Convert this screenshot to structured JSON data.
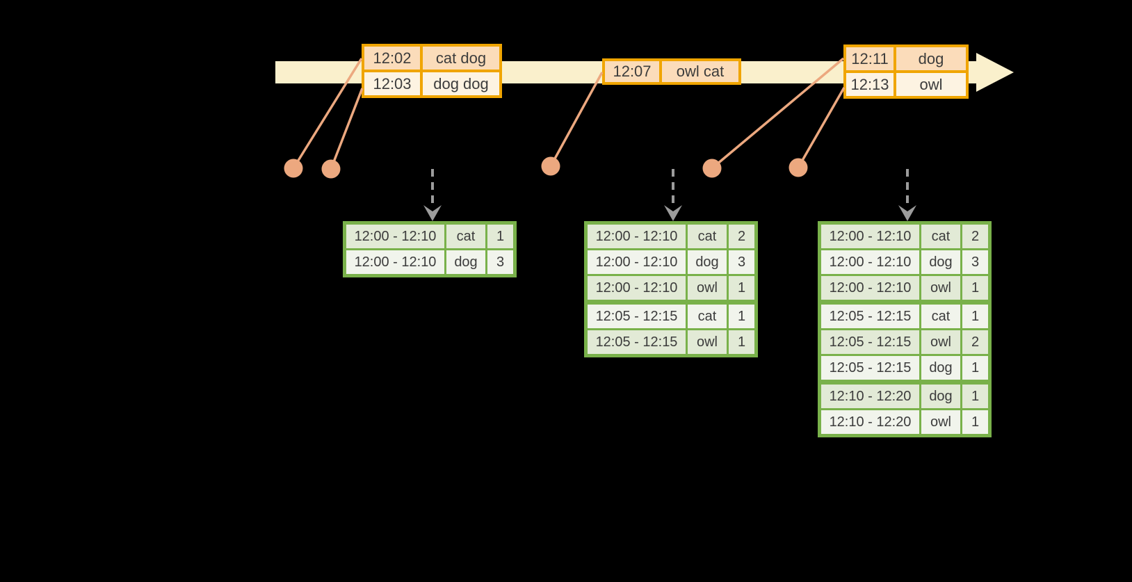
{
  "palette": {
    "background": "#000000",
    "timeline_fill": "#faf0cc",
    "event_border": "#f0a500",
    "event_row_dark": "#fbdcba",
    "event_row_light": "#fdf3e2",
    "marker": "#eca87f",
    "result_border": "#79b14a",
    "result_row_dark": "#e2ead6",
    "result_row_light": "#f1f4ec",
    "arrow_gray": "#9c9c9c",
    "text": "#3c3c3c"
  },
  "icons": {
    "timeline_arrow": "right-arrow",
    "trigger_arrow": "dashed-down-arrow",
    "event_marker": "dot"
  },
  "event_tables": [
    {
      "name": "events-12:02",
      "rows": [
        {
          "time": "12:02",
          "words": "cat dog"
        },
        {
          "time": "12:03",
          "words": "dog dog"
        }
      ]
    },
    {
      "name": "events-12:07",
      "rows": [
        {
          "time": "12:07",
          "words": "owl cat"
        }
      ]
    },
    {
      "name": "events-12:11",
      "rows": [
        {
          "time": "12:11",
          "words": "dog"
        },
        {
          "time": "12:13",
          "words": "owl"
        }
      ]
    }
  ],
  "result_tables": [
    {
      "name": "result-after-first-trigger",
      "rows": [
        {
          "window": "12:00 - 12:10",
          "word": "cat",
          "count": "1"
        },
        {
          "window": "12:00 - 12:10",
          "word": "dog",
          "count": "3"
        }
      ]
    },
    {
      "name": "result-after-second-trigger",
      "rows": [
        {
          "window": "12:00 - 12:10",
          "word": "cat",
          "count": "2"
        },
        {
          "window": "12:00 - 12:10",
          "word": "dog",
          "count": "3"
        },
        {
          "window": "12:00 - 12:10",
          "word": "owl",
          "count": "1"
        },
        {
          "window": "12:05 - 12:15",
          "word": "cat",
          "count": "1",
          "new_group": true
        },
        {
          "window": "12:05 - 12:15",
          "word": "owl",
          "count": "1"
        }
      ]
    },
    {
      "name": "result-after-third-trigger",
      "rows": [
        {
          "window": "12:00 - 12:10",
          "word": "cat",
          "count": "2"
        },
        {
          "window": "12:00 - 12:10",
          "word": "dog",
          "count": "3"
        },
        {
          "window": "12:00 - 12:10",
          "word": "owl",
          "count": "1"
        },
        {
          "window": "12:05 - 12:15",
          "word": "cat",
          "count": "1",
          "new_group": true
        },
        {
          "window": "12:05 - 12:15",
          "word": "owl",
          "count": "2"
        },
        {
          "window": "12:05 - 12:15",
          "word": "dog",
          "count": "1"
        },
        {
          "window": "12:10 - 12:20",
          "word": "dog",
          "count": "1",
          "new_group": true
        },
        {
          "window": "12:10 - 12:20",
          "word": "owl",
          "count": "1"
        }
      ]
    }
  ]
}
